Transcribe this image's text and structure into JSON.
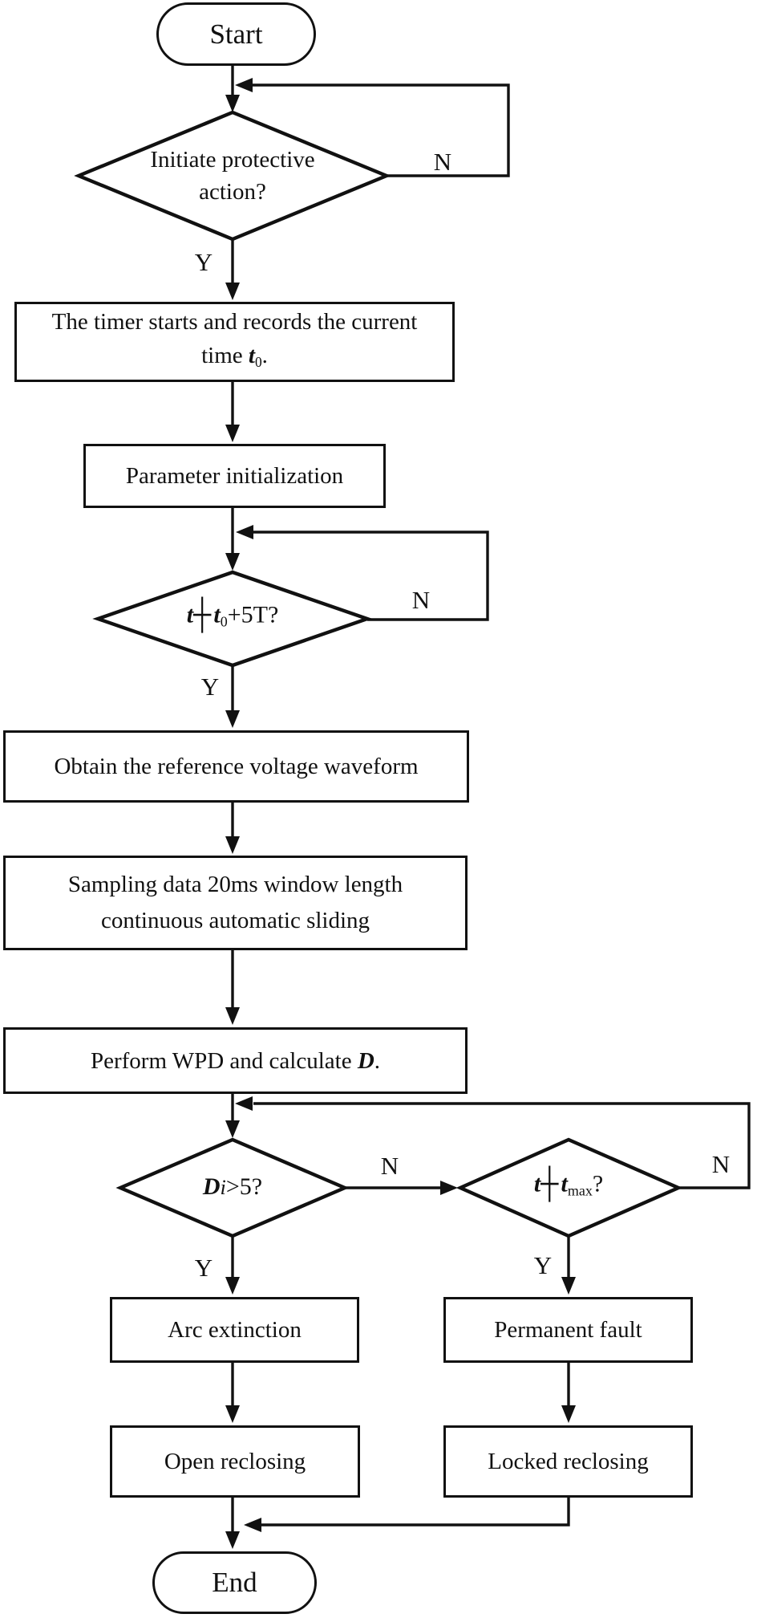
{
  "labels": {
    "yes": "Y",
    "no": "N"
  },
  "colors": {
    "stroke": "#111111",
    "background": "#ffffff",
    "text": "#111111"
  },
  "nodes": {
    "start": {
      "label": "Start"
    },
    "decision_protective": {
      "line1": "Initiate protective",
      "line2": "action?"
    },
    "timer": {
      "line1": "The timer starts and records the current",
      "line2_pre": "time ",
      "line2_var": "t",
      "line2_sub": "0",
      "line2_tail": "."
    },
    "param_init": {
      "label": "Parameter initialization"
    },
    "decision_t5t": {
      "var1": "t",
      "sym": "┼",
      "var2": "t",
      "sub": "0",
      "tail": "+5T?"
    },
    "obtain": {
      "label": "Obtain the reference voltage waveform"
    },
    "sampling": {
      "line1": "Sampling data 20ms window length",
      "line2": "continuous automatic sliding"
    },
    "perform": {
      "pre": "Perform WPD and calculate ",
      "var": "D",
      "tail": "."
    },
    "decision_d": {
      "var": "D",
      "sub_i": "i",
      "tail": ">5?"
    },
    "decision_tmax": {
      "var1": "t",
      "sym": "┼",
      "var2": "t",
      "sub": "max",
      "tail": "?"
    },
    "arc": {
      "label": "Arc extinction"
    },
    "permanent": {
      "label": "Permanent fault"
    },
    "open_reclosing": {
      "label": "Open reclosing"
    },
    "locked_reclosing": {
      "label": "Locked reclosing"
    },
    "end": {
      "label": "End"
    }
  }
}
